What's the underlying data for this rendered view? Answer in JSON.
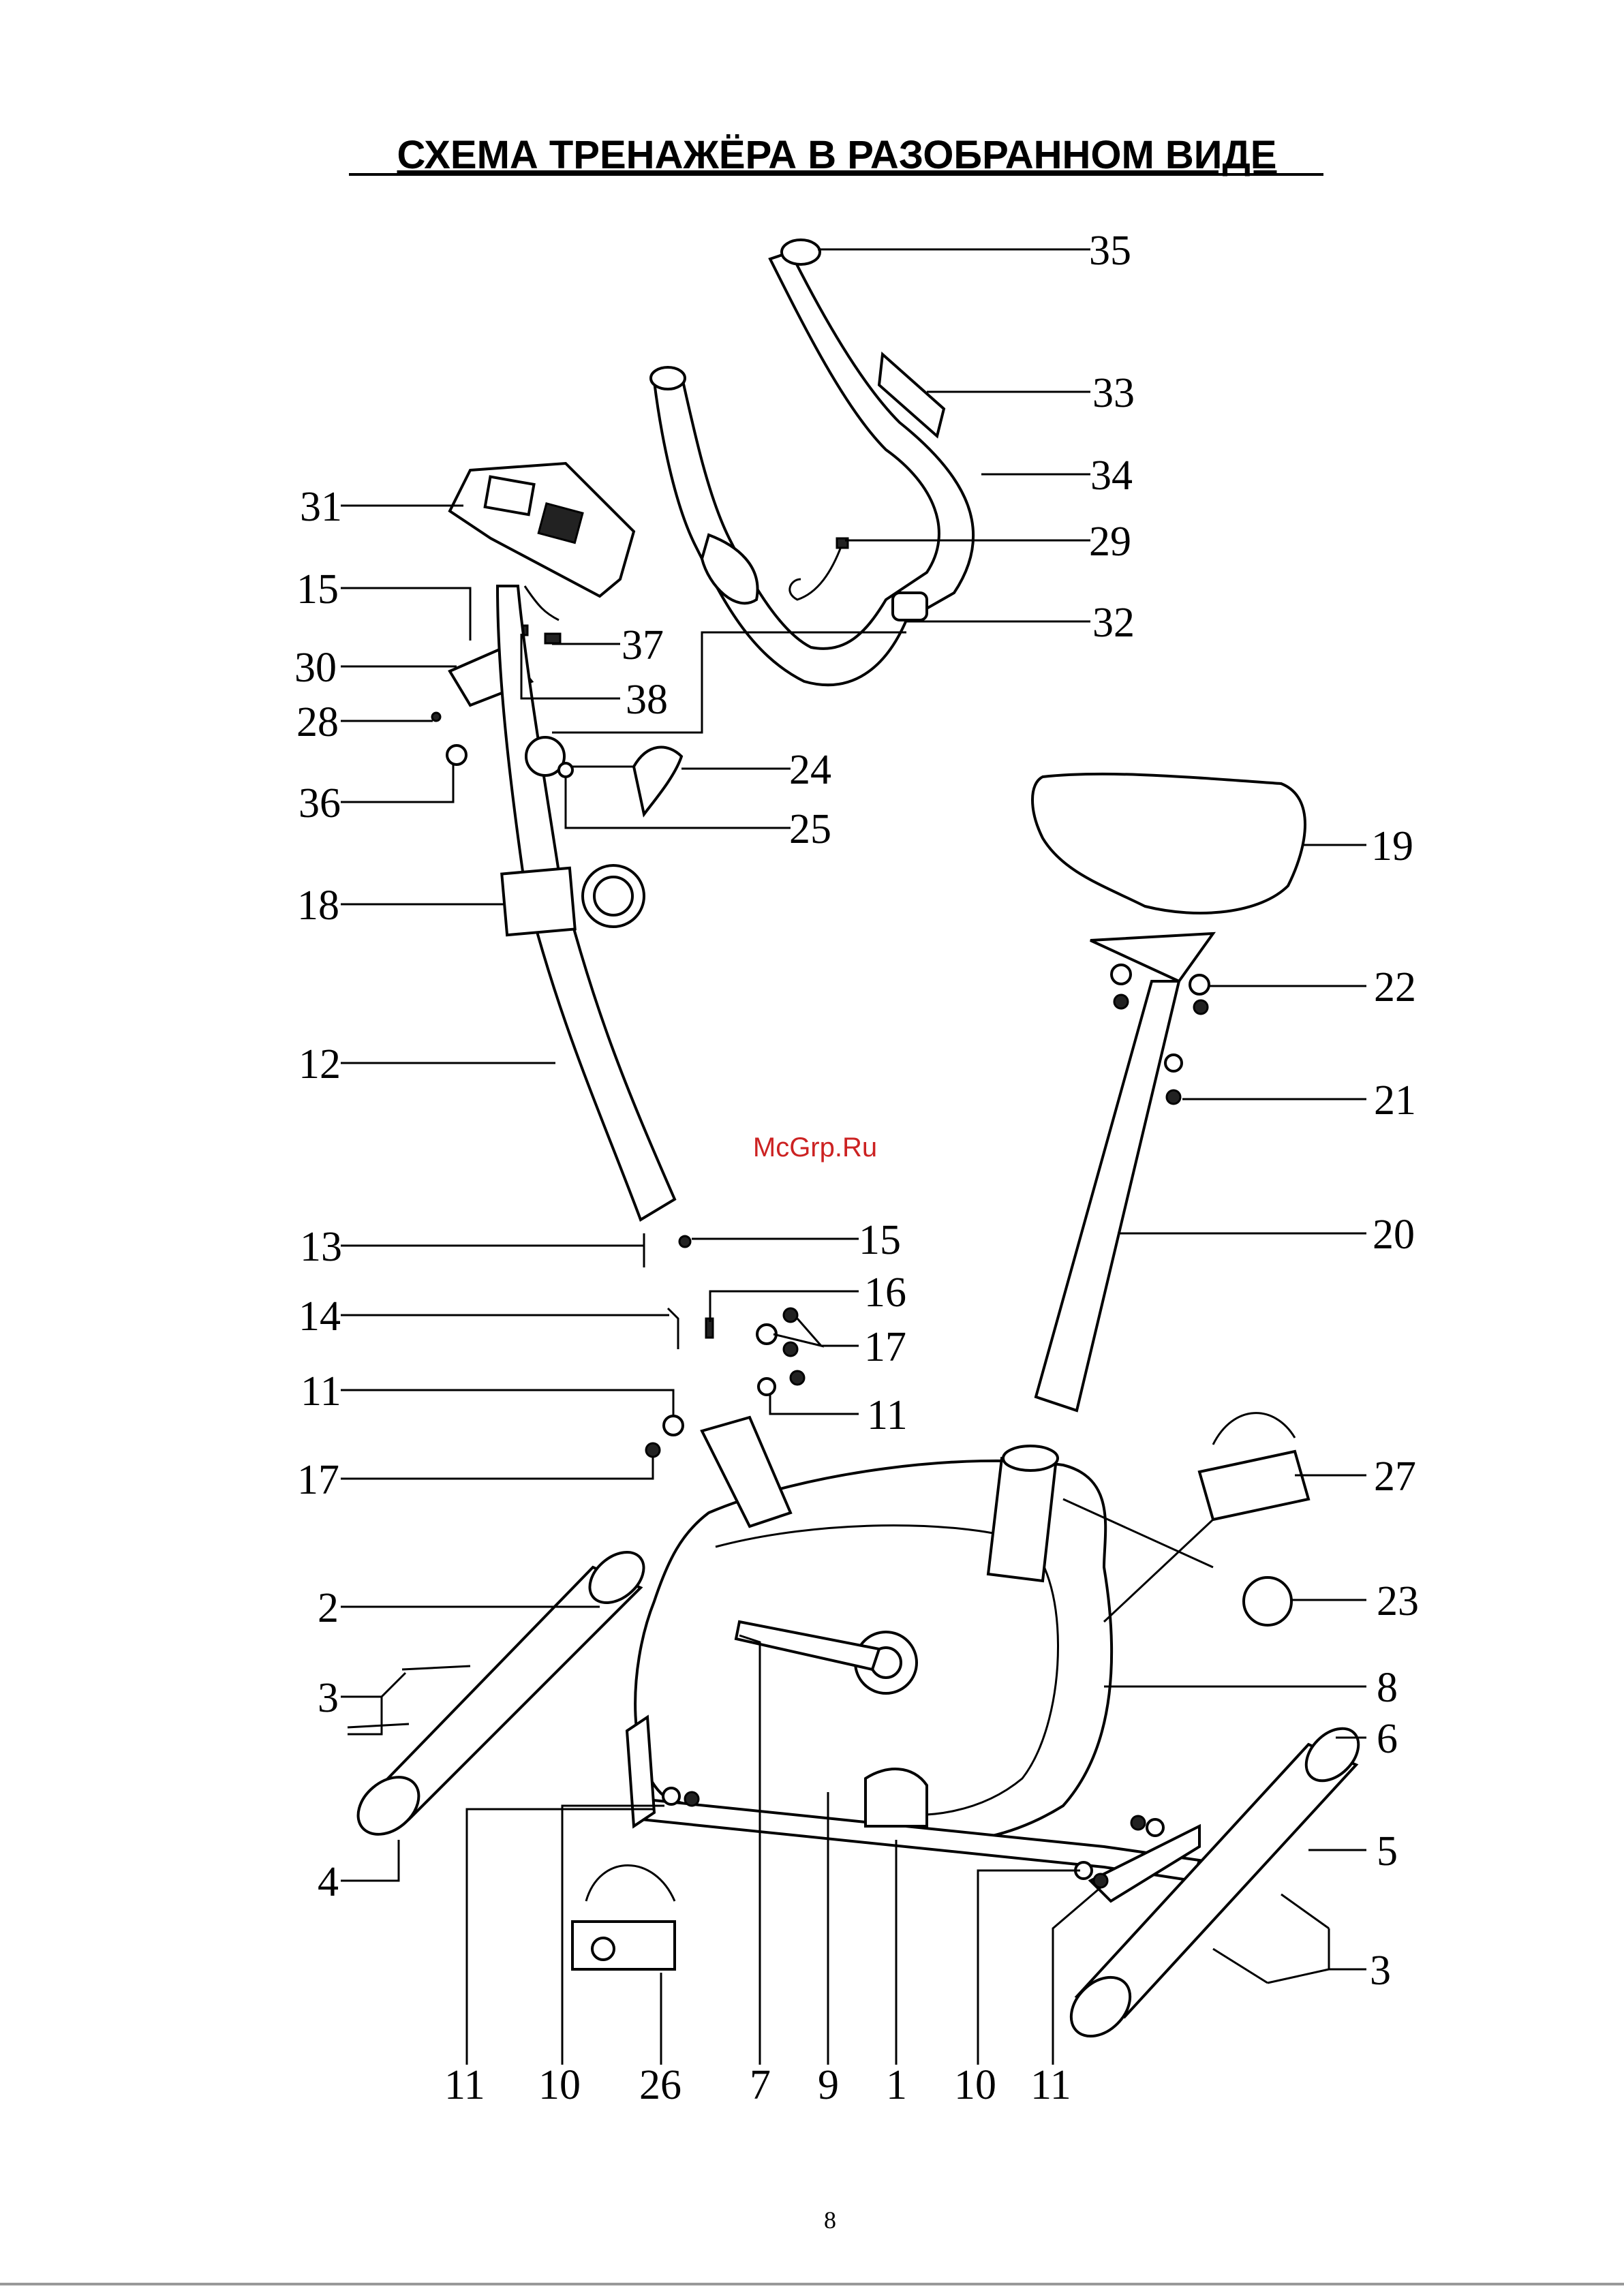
{
  "title": "СХЕМА ТРЕНАЖЁРА В РАЗОБРАННОМ ВИДЕ",
  "watermark": "McGrp.Ru",
  "page_number": "8",
  "callouts": [
    {
      "id": "c35",
      "label": "35"
    },
    {
      "id": "c33",
      "label": "33"
    },
    {
      "id": "c34",
      "label": "34"
    },
    {
      "id": "c31",
      "label": "31"
    },
    {
      "id": "c29",
      "label": "29"
    },
    {
      "id": "c15a",
      "label": "15"
    },
    {
      "id": "c32",
      "label": "32"
    },
    {
      "id": "c37",
      "label": "37"
    },
    {
      "id": "c30",
      "label": "30"
    },
    {
      "id": "c38",
      "label": "38"
    },
    {
      "id": "c28",
      "label": "28"
    },
    {
      "id": "c24",
      "label": "24"
    },
    {
      "id": "c36",
      "label": "36"
    },
    {
      "id": "c25",
      "label": "25"
    },
    {
      "id": "c19",
      "label": "19"
    },
    {
      "id": "c18",
      "label": "18"
    },
    {
      "id": "c22",
      "label": "22"
    },
    {
      "id": "c12",
      "label": "12"
    },
    {
      "id": "c21",
      "label": "21"
    },
    {
      "id": "c20",
      "label": "20"
    },
    {
      "id": "c13",
      "label": "13"
    },
    {
      "id": "c15b",
      "label": "15"
    },
    {
      "id": "c16",
      "label": "16"
    },
    {
      "id": "c14",
      "label": "14"
    },
    {
      "id": "c17a",
      "label": "17"
    },
    {
      "id": "c11a",
      "label": "11"
    },
    {
      "id": "c11b",
      "label": "11"
    },
    {
      "id": "c17b",
      "label": "17"
    },
    {
      "id": "c27",
      "label": "27"
    },
    {
      "id": "c2",
      "label": "2"
    },
    {
      "id": "c23",
      "label": "23"
    },
    {
      "id": "c3a",
      "label": "3"
    },
    {
      "id": "c8",
      "label": "8"
    },
    {
      "id": "c6",
      "label": "6"
    },
    {
      "id": "c4",
      "label": "4"
    },
    {
      "id": "c5",
      "label": "5"
    },
    {
      "id": "c3b",
      "label": "3"
    },
    {
      "id": "c11c",
      "label": "11"
    },
    {
      "id": "c10a",
      "label": "10"
    },
    {
      "id": "c26",
      "label": "26"
    },
    {
      "id": "c7",
      "label": "7"
    },
    {
      "id": "c9",
      "label": "9"
    },
    {
      "id": "c1",
      "label": "1"
    },
    {
      "id": "c10b",
      "label": "10"
    },
    {
      "id": "c11d",
      "label": "11"
    }
  ]
}
